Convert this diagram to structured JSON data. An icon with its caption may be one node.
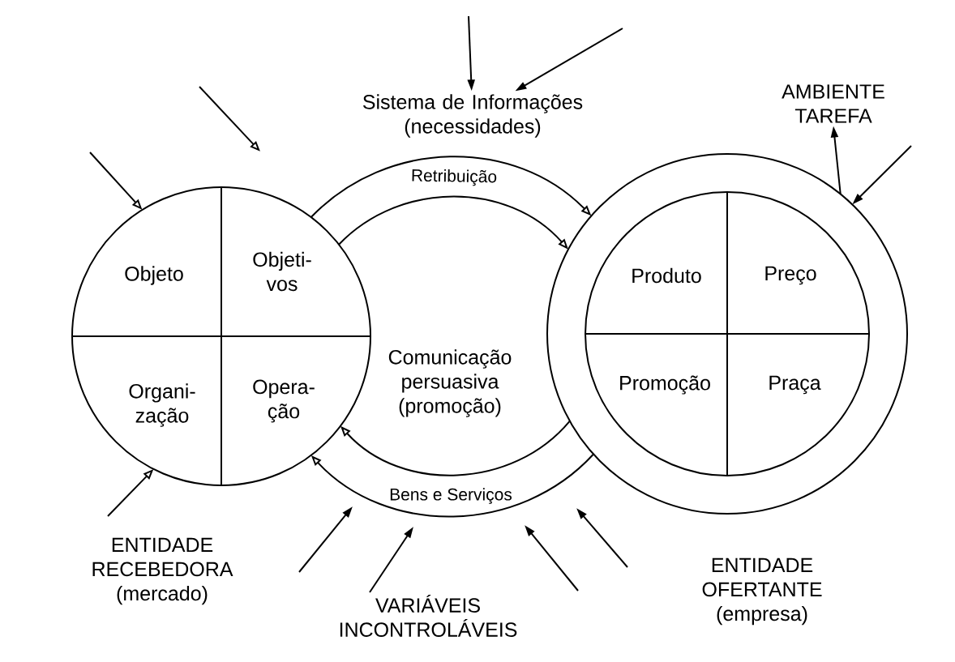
{
  "diagram": {
    "nodes": [
      {
        "text": [
          "ENTIDADE RECEBEDORA (mercado)"
        ]
      },
      {
        "text": [
          "Objeto"
        ],
        "in": 0
      },
      {
        "text": [
          "Objeti- vos"
        ],
        "in": 0
      },
      {
        "text": [
          "Organi- zação"
        ],
        "in": 0
      },
      {
        "text": [
          "Opera- ção"
        ],
        "in": 0
      },
      {
        "text": [
          "ENTIDADE OFERTANTE (empresa)"
        ]
      },
      {
        "text": [
          "Produto"
        ],
        "in": 5
      },
      {
        "text": [
          "Preço"
        ],
        "in": 5
      },
      {
        "text": [
          "Promoção"
        ],
        "in": 5
      },
      {
        "text": [
          "Praça"
        ],
        "in": 5
      },
      {
        "text": [
          "Sistema de Informações (necessidades)"
        ]
      },
      {
        "text": [
          "AMBIENTE TAREFA"
        ]
      }
    ],
    "edges": [
      {
        "from": 0,
        "to": 5,
        "arrow": "to",
        "label": "Retribuição"
      },
      {
        "from": 5,
        "to": 0,
        "arrow": "to",
        "label": "Bens e Serviços"
      },
      {
        "from": null,
        "to": 0,
        "arrow": "to"
      },
      {
        "from": null,
        "to": 0,
        "arrow": "to"
      },
      {
        "from": null,
        "to": 10,
        "arrow": "to"
      },
      {
        "from": null,
        "to": 10,
        "arrow": "to"
      },
      {
        "from": 5,
        "to": 11,
        "arrow": "to"
      },
      {
        "from": null,
        "to": 5,
        "arrow": "to"
      }
    ],
    "labels": [
      "Comunicação persuasiva (promoção)",
      "VARIÁVEIS INCONTROLÁVEIS"
    ]
  }
}
